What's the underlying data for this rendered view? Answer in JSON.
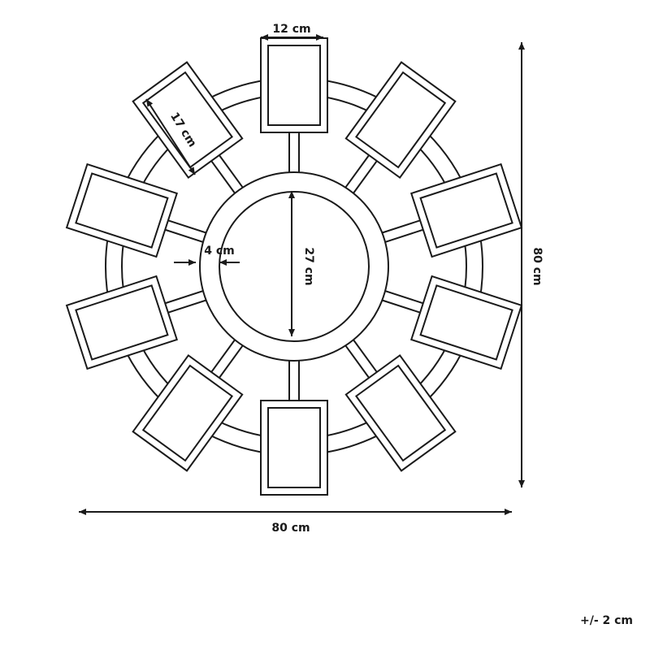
{
  "dimensions": {
    "frame_width": "12 cm",
    "frame_length": "17 cm",
    "ring_width": "4 cm",
    "mirror_diameter": "27 cm",
    "total_height": "80 cm",
    "total_width": "80 cm"
  },
  "tolerance": "+/- 2 cm",
  "colors": {
    "line": "#1a1a1a",
    "background": "#ffffff"
  }
}
